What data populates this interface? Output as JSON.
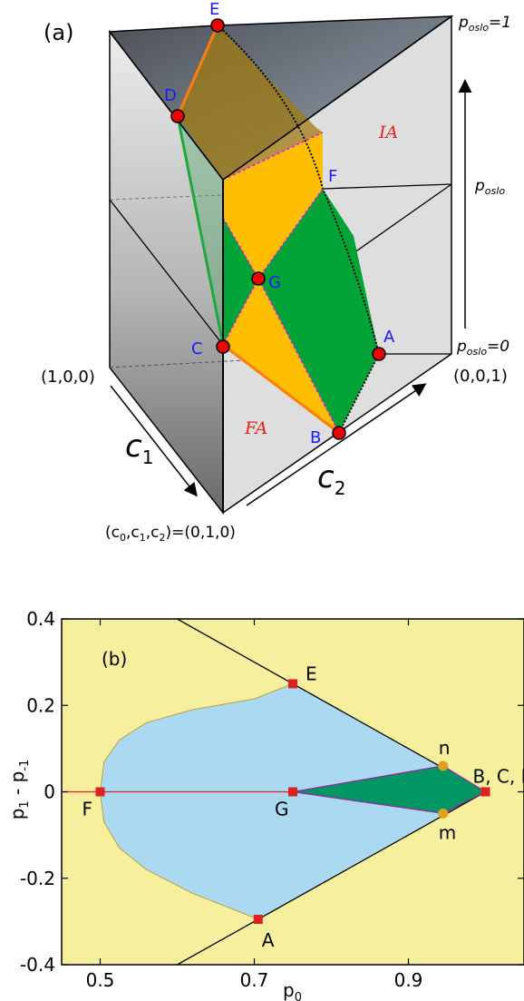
{
  "panel_a": {
    "tag": "(a)",
    "corner_labels": {
      "left": "(1,0,0)",
      "right": "(0,0,1)",
      "bottom": "(c₀,c₁,c₂)=(0,1,0)"
    },
    "axis_c1": {
      "base": "c",
      "sub": "1"
    },
    "axis_c2": {
      "base": "c",
      "sub": "2"
    },
    "p_oslo_top": {
      "base": "p",
      "sub": "oslo",
      "suffix": "=1"
    },
    "p_oslo_mid": {
      "base": "p",
      "sub": "oslo",
      "suffix": ""
    },
    "p_oslo_bot": {
      "base": "p",
      "sub": "oslo",
      "suffix": "=0"
    },
    "region_IA": "IA",
    "region_FA": "FA",
    "points": [
      "A",
      "B",
      "C",
      "D",
      "E",
      "F",
      "G"
    ],
    "colors": {
      "orange": "#ffbf00",
      "green": "#00a336",
      "point": "#ee0000",
      "label": "#1a1aff"
    }
  },
  "panel_b": {
    "tag": "(b)",
    "xlabel": {
      "base": "p",
      "sub": "0"
    },
    "ylabel": {
      "a": "p",
      "a_sub": "1",
      "mid": " - p",
      "b_sub": "-1"
    },
    "x_ticks": [
      "0.5",
      "0.7",
      "0.9"
    ],
    "y_ticks": [
      "0.4",
      "0.2",
      "0",
      "-0.2",
      "-0.4"
    ],
    "xlim": [
      0.45,
      1.05
    ],
    "ylim": [
      -0.4,
      0.4
    ],
    "point_labels": {
      "E": "E",
      "F": "F",
      "G": "G",
      "A": "A",
      "n": "n",
      "m": "m",
      "BCD": "B, C, D"
    },
    "points": {
      "E": [
        0.75,
        0.25
      ],
      "F": [
        0.5,
        0.0
      ],
      "G": [
        0.75,
        0.0
      ],
      "A": [
        0.705,
        -0.295
      ],
      "BCD": [
        1.0,
        0.0
      ],
      "n": [
        0.945,
        0.06
      ],
      "m": [
        0.945,
        -0.05
      ]
    },
    "colors": {
      "yellow": "#f6ef9e",
      "blue": "#acd9f2",
      "green": "#009664",
      "red": "#dd2222"
    }
  }
}
